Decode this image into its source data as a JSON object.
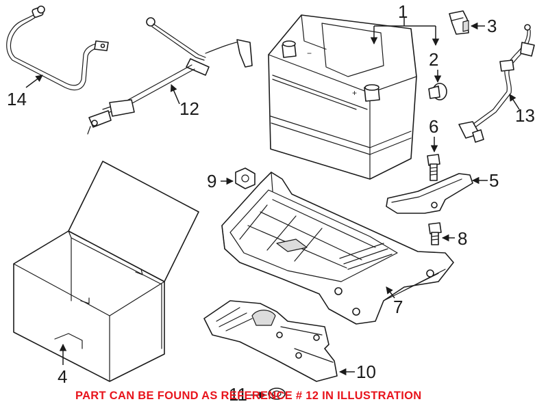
{
  "callouts": {
    "c1": "1",
    "c2": "2",
    "c3": "3",
    "c4": "4",
    "c5": "5",
    "c6": "6",
    "c7": "7",
    "c8": "8",
    "c9": "9",
    "c10": "10",
    "c11": "11",
    "c12": "12",
    "c13": "13",
    "c14": "14"
  },
  "notice": "PART CAN BE FOUND AS REFERENCE # 12 IN ILLUSTRATION",
  "colors": {
    "notice": "#e8141c",
    "line": "#1a1a1a"
  }
}
